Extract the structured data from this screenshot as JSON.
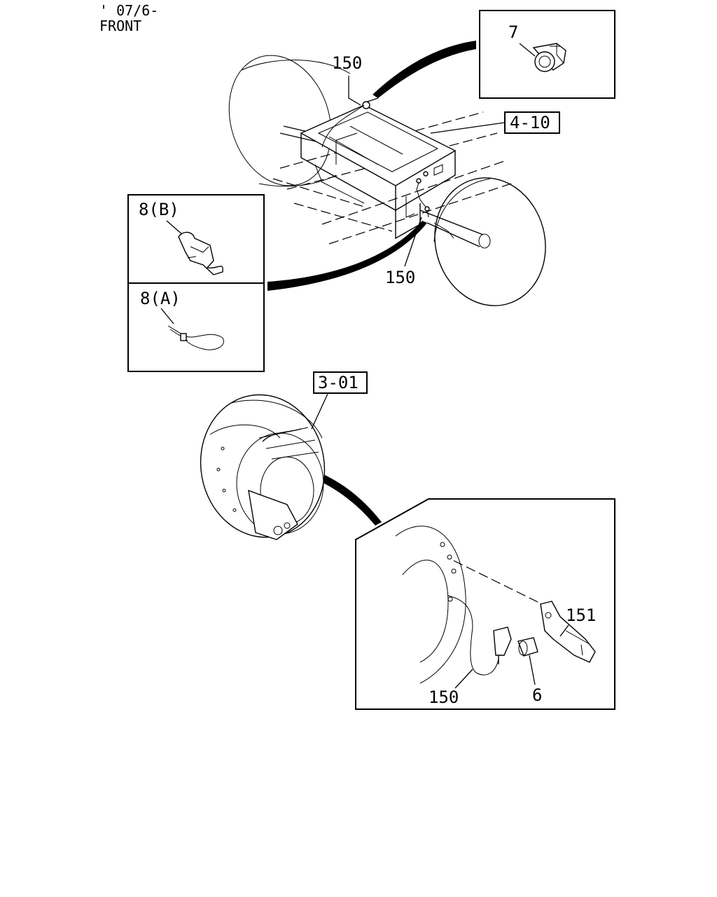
{
  "header": {
    "date_code": "' 07/6-",
    "position": "FRONT"
  },
  "refs": {
    "frame_ref": "4-10",
    "brake_ref": "3-01"
  },
  "callouts": {
    "part_7": "7",
    "part_150_top": "150",
    "part_150_mid": "150",
    "part_8b": "8(B)",
    "part_8a": "8(A)",
    "part_151": "151",
    "part_150_detail": "150",
    "part_6": "6"
  }
}
